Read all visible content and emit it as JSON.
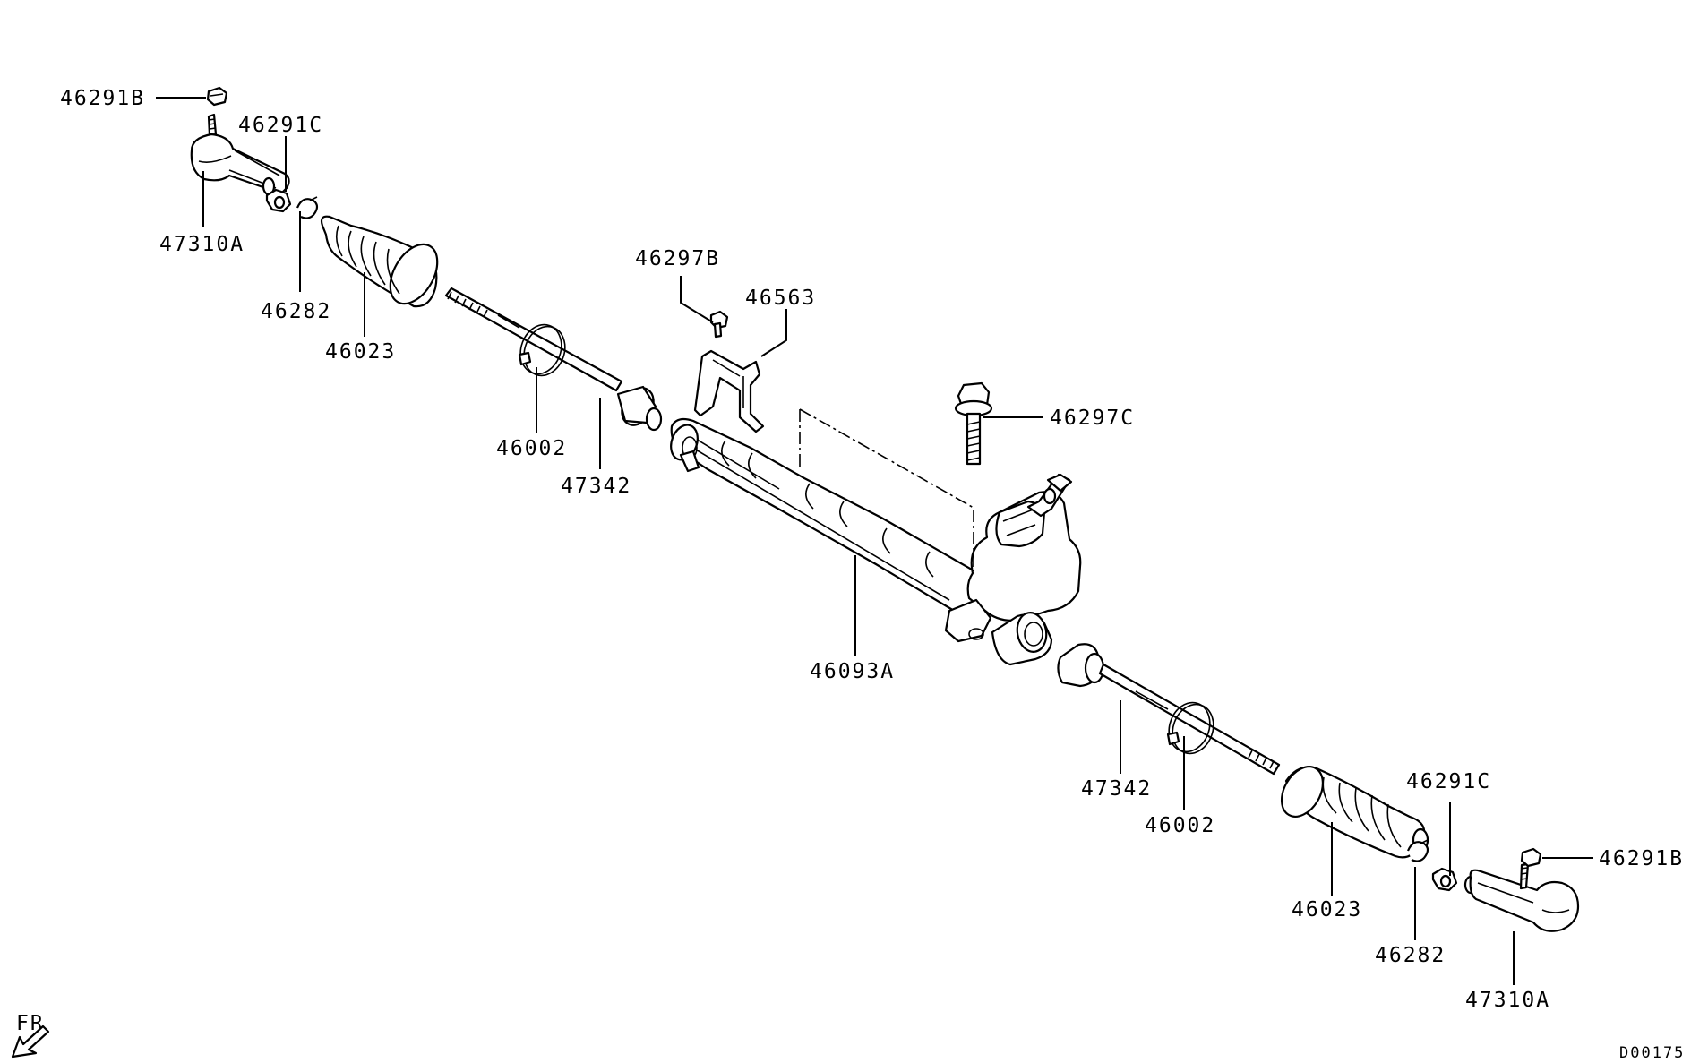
{
  "diagram_id": "D00175",
  "direction_marker": "FR",
  "parts": {
    "tie_rod_end_nut_left": "46291B",
    "tie_rod_end_nut_right": "46291B",
    "lock_nut_left": "46291C",
    "lock_nut_right": "46291C",
    "tie_rod_end_left": "47310A",
    "tie_rod_end_right": "47310A",
    "clip_left": "46282",
    "clip_right": "46282",
    "boot_left": "46023",
    "boot_right": "46023",
    "band_left": "46002",
    "band_right": "46002",
    "inner_tie_rod_left": "47342",
    "inner_tie_rod_right": "47342",
    "bracket_bolt": "46297B",
    "bracket": "46563",
    "mount_bolt": "46297C",
    "gear_housing": "46093A"
  }
}
